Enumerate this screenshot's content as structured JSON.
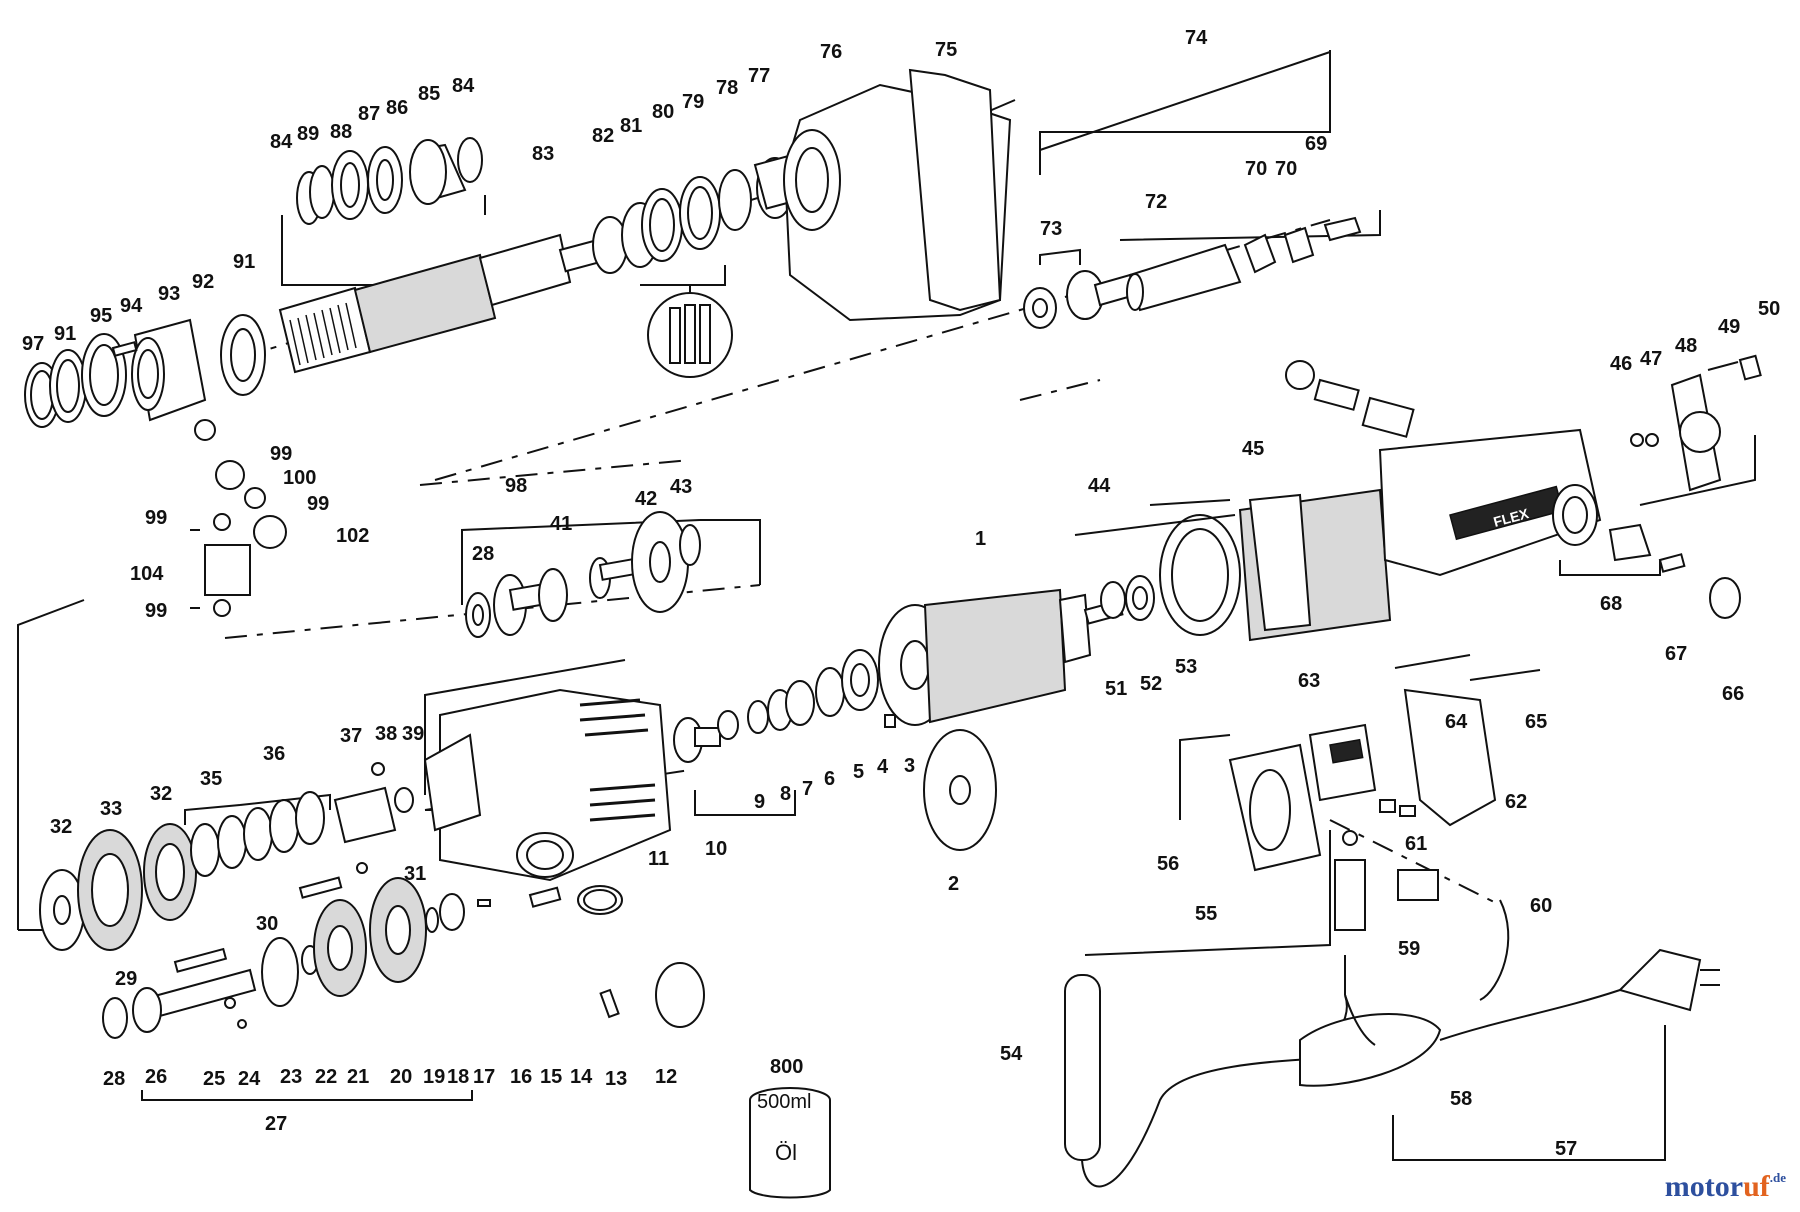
{
  "labels": [
    {
      "id": "97",
      "text": "97"
    },
    {
      "id": "91a",
      "text": "91"
    },
    {
      "id": "95",
      "text": "95"
    },
    {
      "id": "94",
      "text": "94"
    },
    {
      "id": "93",
      "text": "93"
    },
    {
      "id": "92",
      "text": "92"
    },
    {
      "id": "91b",
      "text": "91"
    },
    {
      "id": "84a",
      "text": "84"
    },
    {
      "id": "89",
      "text": "89"
    },
    {
      "id": "88",
      "text": "88"
    },
    {
      "id": "87",
      "text": "87"
    },
    {
      "id": "86",
      "text": "86"
    },
    {
      "id": "85",
      "text": "85"
    },
    {
      "id": "84b",
      "text": "84"
    },
    {
      "id": "83",
      "text": "83"
    },
    {
      "id": "82",
      "text": "82"
    },
    {
      "id": "81",
      "text": "81"
    },
    {
      "id": "80",
      "text": "80"
    },
    {
      "id": "79",
      "text": "79"
    },
    {
      "id": "78",
      "text": "78"
    },
    {
      "id": "77",
      "text": "77"
    },
    {
      "id": "76",
      "text": "76"
    },
    {
      "id": "75",
      "text": "75"
    },
    {
      "id": "74",
      "text": "74"
    },
    {
      "id": "73",
      "text": "73"
    },
    {
      "id": "72",
      "text": "72"
    },
    {
      "id": "70a",
      "text": "70"
    },
    {
      "id": "70b",
      "text": "70"
    },
    {
      "id": "69",
      "text": "69"
    },
    {
      "id": "50",
      "text": "50"
    },
    {
      "id": "49",
      "text": "49"
    },
    {
      "id": "48",
      "text": "48"
    },
    {
      "id": "47",
      "text": "47"
    },
    {
      "id": "46",
      "text": "46"
    },
    {
      "id": "45",
      "text": "45"
    },
    {
      "id": "44",
      "text": "44"
    },
    {
      "id": "99a",
      "text": "99"
    },
    {
      "id": "100",
      "text": "100"
    },
    {
      "id": "99b",
      "text": "99"
    },
    {
      "id": "99c",
      "text": "99"
    },
    {
      "id": "102",
      "text": "102"
    },
    {
      "id": "104",
      "text": "104"
    },
    {
      "id": "99d",
      "text": "99"
    },
    {
      "id": "98",
      "text": "98"
    },
    {
      "id": "42",
      "text": "42"
    },
    {
      "id": "43",
      "text": "43"
    },
    {
      "id": "41",
      "text": "41"
    },
    {
      "id": "28a",
      "text": "28"
    },
    {
      "id": "1",
      "text": "1"
    },
    {
      "id": "51",
      "text": "51"
    },
    {
      "id": "52",
      "text": "52"
    },
    {
      "id": "53",
      "text": "53"
    },
    {
      "id": "68",
      "text": "68"
    },
    {
      "id": "67",
      "text": "67"
    },
    {
      "id": "66",
      "text": "66"
    },
    {
      "id": "63",
      "text": "63"
    },
    {
      "id": "64",
      "text": "64"
    },
    {
      "id": "65",
      "text": "65"
    },
    {
      "id": "62",
      "text": "62"
    },
    {
      "id": "61",
      "text": "61"
    },
    {
      "id": "56",
      "text": "56"
    },
    {
      "id": "55",
      "text": "55"
    },
    {
      "id": "59",
      "text": "59"
    },
    {
      "id": "60",
      "text": "60"
    },
    {
      "id": "54",
      "text": "54"
    },
    {
      "id": "58",
      "text": "58"
    },
    {
      "id": "57",
      "text": "57"
    },
    {
      "id": "37",
      "text": "37"
    },
    {
      "id": "38",
      "text": "38"
    },
    {
      "id": "39",
      "text": "39"
    },
    {
      "id": "36",
      "text": "36"
    },
    {
      "id": "35",
      "text": "35"
    },
    {
      "id": "32a",
      "text": "32"
    },
    {
      "id": "33",
      "text": "33"
    },
    {
      "id": "32b",
      "text": "32"
    },
    {
      "id": "9",
      "text": "9"
    },
    {
      "id": "8",
      "text": "8"
    },
    {
      "id": "7",
      "text": "7"
    },
    {
      "id": "6",
      "text": "6"
    },
    {
      "id": "5",
      "text": "5"
    },
    {
      "id": "4",
      "text": "4"
    },
    {
      "id": "3",
      "text": "3"
    },
    {
      "id": "10",
      "text": "10"
    },
    {
      "id": "11",
      "text": "11"
    },
    {
      "id": "2",
      "text": "2"
    },
    {
      "id": "31",
      "text": "31"
    },
    {
      "id": "30",
      "text": "30"
    },
    {
      "id": "29",
      "text": "29"
    },
    {
      "id": "28b",
      "text": "28"
    },
    {
      "id": "26",
      "text": "26"
    },
    {
      "id": "25",
      "text": "25"
    },
    {
      "id": "24",
      "text": "24"
    },
    {
      "id": "23",
      "text": "23"
    },
    {
      "id": "22",
      "text": "22"
    },
    {
      "id": "21",
      "text": "21"
    },
    {
      "id": "20",
      "text": "20"
    },
    {
      "id": "19",
      "text": "19"
    },
    {
      "id": "18",
      "text": "18"
    },
    {
      "id": "17",
      "text": "17"
    },
    {
      "id": "16",
      "text": "16"
    },
    {
      "id": "15",
      "text": "15"
    },
    {
      "id": "14",
      "text": "14"
    },
    {
      "id": "13",
      "text": "13"
    },
    {
      "id": "12",
      "text": "12"
    },
    {
      "id": "27",
      "text": "27"
    },
    {
      "id": "800",
      "text": "800"
    }
  ],
  "oil_can": {
    "volume": "500ml",
    "label": "Öl"
  },
  "brand_mark": "FLEX",
  "watermark": {
    "part1": "motor",
    "part2": "uf",
    "suffix": ".de"
  }
}
